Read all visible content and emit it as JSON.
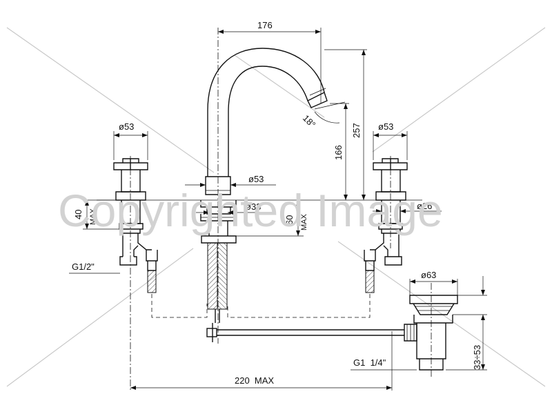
{
  "watermark": "Copyrighted Image",
  "dimensions": {
    "spout_reach": "176",
    "spout_height": "257",
    "spout_body_height": "166",
    "spout_angle": "18°",
    "handle_left_dia": "ø53",
    "handle_right_dia": "ø53",
    "spout_base_dia": "ø53",
    "spout_shank_dia": "ø33",
    "right_shank_dia": "ø26",
    "left_deck_max": "40",
    "left_deck_max_tag": "MAX",
    "spout_deck_max": "60",
    "spout_deck_max_tag": "MAX",
    "inlet_thread": "G1/2\"",
    "waste_dia": "ø63",
    "waste_thread": "G1  1/4\"",
    "waste_height": "33÷53",
    "overall_width": "220  MAX"
  }
}
